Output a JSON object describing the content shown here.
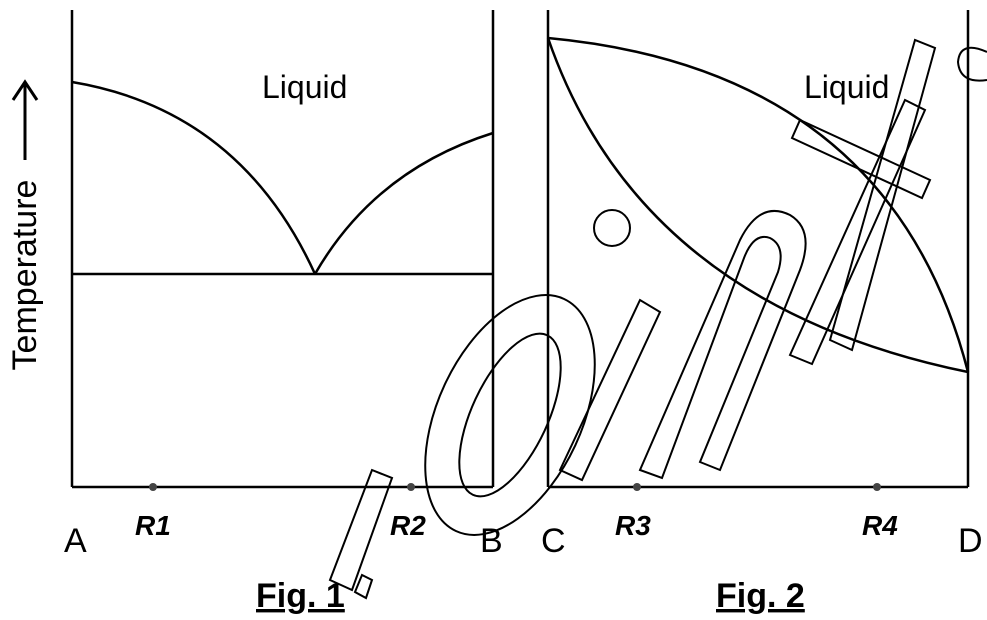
{
  "y_axis_label": "Temperature",
  "fig1": {
    "caption": "Fig. 1",
    "region_label": "Liquid",
    "left_end": "A",
    "right_end": "B",
    "points": [
      "R1",
      "R2"
    ]
  },
  "fig2": {
    "caption": "Fig. 2",
    "region_label": "Liquid",
    "left_end": "C",
    "right_end": "D",
    "points": [
      "R3",
      "R4"
    ]
  },
  "colors": {
    "line": "#000000",
    "background": "#ffffff"
  },
  "icons": {
    "axis_arrow": "arrow-up-icon",
    "watermark": "tutorialspoint-watermark-icon"
  }
}
